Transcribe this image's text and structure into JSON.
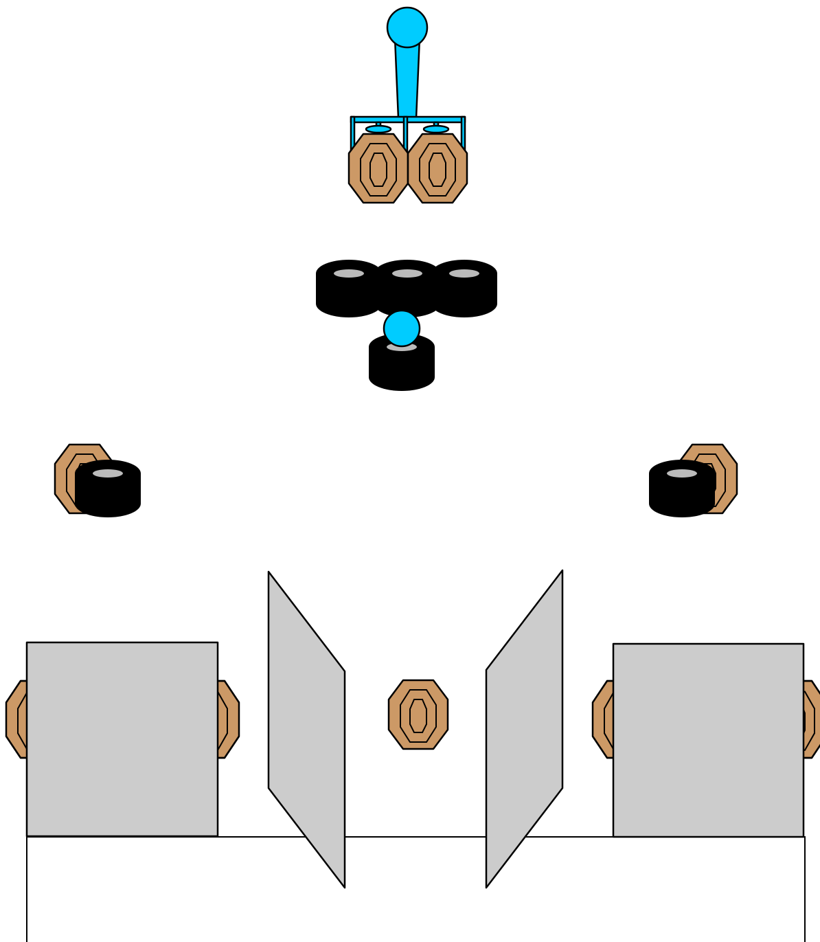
{
  "colors": {
    "background": "#ffffff",
    "target_fill": "#cc9966",
    "barrier_fill": "#cccccc",
    "tire_fill": "#000000",
    "tire_hole": "#bbbbbb",
    "stand_fill": "#00ccff",
    "outline": "#000000"
  },
  "stage_elements": [
    {
      "kind": "popper",
      "name": "popper-top-icon"
    },
    {
      "kind": "target-pair",
      "name": "dual-paper-target-icon",
      "count": 2
    },
    {
      "kind": "tire-stack",
      "name": "tire-stack-row-icon",
      "count": 3
    },
    {
      "kind": "popper-on-tires",
      "name": "popper-on-tire-stack-icon"
    },
    {
      "kind": "target-behind-tires",
      "name": "left-target-tire-icon"
    },
    {
      "kind": "target-behind-tires",
      "name": "right-target-tire-icon"
    },
    {
      "kind": "barrier",
      "name": "left-wall-barrier"
    },
    {
      "kind": "barrier",
      "name": "right-wall-barrier"
    },
    {
      "kind": "angled-barrier",
      "name": "left-angled-barrier"
    },
    {
      "kind": "angled-barrier",
      "name": "right-angled-barrier"
    },
    {
      "kind": "target",
      "name": "center-paper-target-icon"
    },
    {
      "kind": "shooting-box",
      "name": "shooting-area-box"
    }
  ]
}
